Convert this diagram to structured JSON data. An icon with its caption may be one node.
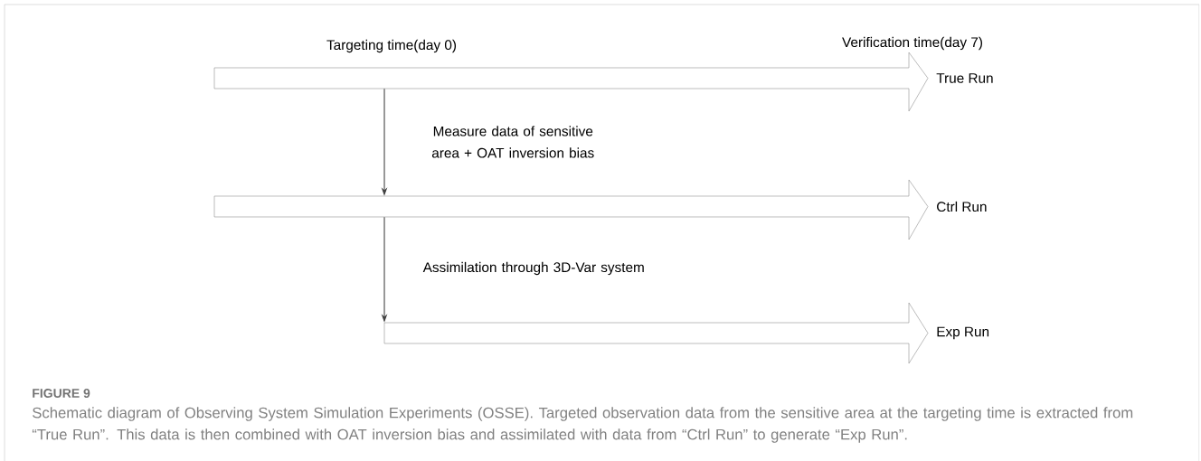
{
  "diagram": {
    "title": "FIGURE 9",
    "caption": "Schematic diagram of Observing System Simulation Experiments (OSSE). Targeted observation data from the sensitive area at the targeting time is extracted from “True Run”. This data is then combined with OAT inversion bias and assimilated with data from “Ctrl Run” to generate “Exp Run”.",
    "nodes": [
      {
        "text": [
          "True Run"
        ]
      },
      {
        "text": [
          "Ctrl Run"
        ]
      },
      {
        "text": [
          "Exp Run"
        ]
      }
    ],
    "edges": [
      {
        "from": 0,
        "to": 1,
        "arrow": "to",
        "label": "Measure data of sensitive area + OAT inversion bias"
      },
      {
        "from": 1,
        "to": 2,
        "arrow": "to",
        "label": "Assimilation through 3D-Var system"
      }
    ],
    "labels": [
      "Targeting time(day 0)",
      "Verification time(day 7)"
    ]
  }
}
